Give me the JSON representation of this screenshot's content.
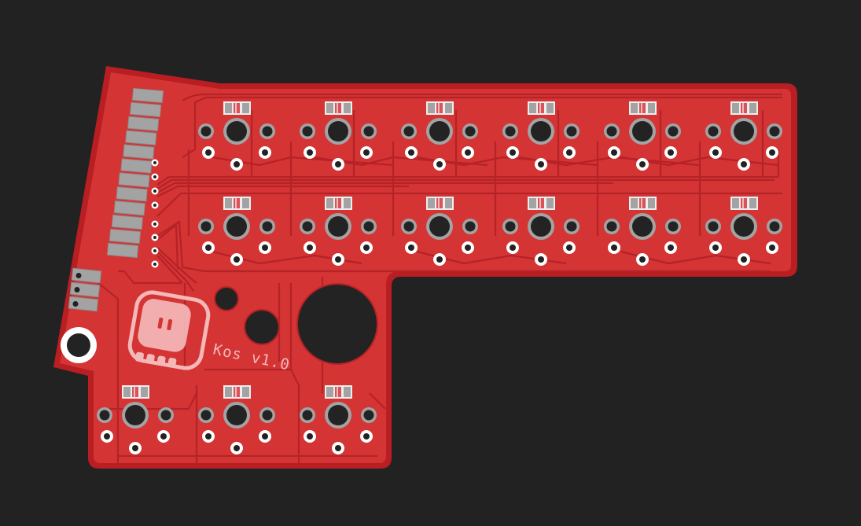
{
  "board": {
    "silkscreen_label": "Kos v1.0",
    "logo": "kos-mascot-logo",
    "colors": {
      "background": "#222222",
      "board_fill": "#d43434",
      "board_edge": "#b81e22",
      "trace": "#b52227",
      "silkscreen": "#f4b8b8",
      "pad_metal": "#a3a3a3",
      "hole": "#232323"
    },
    "switch_grid": {
      "top_rows": 2,
      "top_cols": 6,
      "thumb_keys": 3,
      "total_switches": 15
    },
    "edge_connector_pads": 12,
    "header_pins": 8,
    "side_pads": 3
  }
}
